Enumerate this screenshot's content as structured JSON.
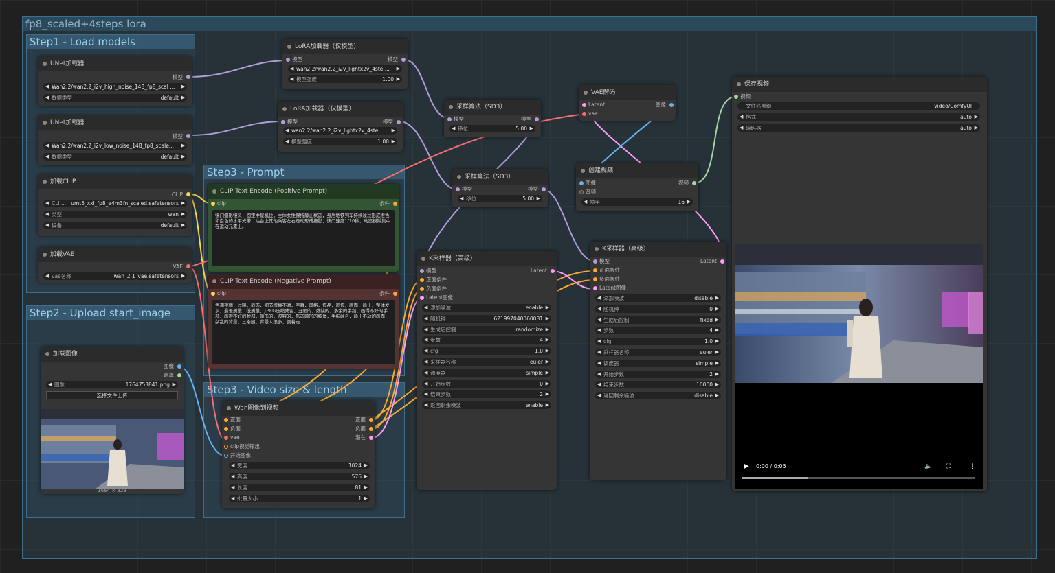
{
  "groups": {
    "outer": "fp8_scaled+4steps lora",
    "step1": "Step1 - Load models",
    "step2": "Step2 - Upload start_image",
    "step3": "Step3 - Prompt",
    "step4": "Step3 - Video size & length"
  },
  "unet1": {
    "title": "UNet加载器",
    "out": "模型",
    "w1_label": "",
    "w1_value": "Wan2.2/wan2.2_i2v_high_noise_14B_fp8_scal ...",
    "w2_label": "数据类型",
    "w2_value": "default"
  },
  "unet2": {
    "title": "UNet加载器",
    "out": "模型",
    "w1_value": "Wan2.2/wan2.2_i2v_low_noise_14B_fp8_scale...",
    "w2_label": "数据类型",
    "w2_value": "default"
  },
  "clip": {
    "title": "加载CLIP",
    "out": "CLIP",
    "w1_label": "CLI ...",
    "w1_value": "umt5_xxl_fp8_e4m3fn_scaled.safetensors",
    "w2_label": "类型",
    "w2_value": "wan",
    "w3_label": "设备",
    "w3_value": "default"
  },
  "vae": {
    "title": "加载VAE",
    "out": "VAE",
    "w1_label": "vae名称",
    "w1_value": "wan_2.1_vae.safetensors"
  },
  "lora1": {
    "title": "LoRA加载器（仅模型）",
    "in": "模型",
    "out": "模型",
    "w1_value": "wan2.2/wan2.2_i2v_lightx2v_4ste ...",
    "w2_label": "模型强度",
    "w2_value": "1.00"
  },
  "lora2": {
    "title": "LoRA加载器（仅模型）",
    "in": "模型",
    "out": "模型",
    "w1_value": "wan2.2/wan2.2_i2v_lightx2v_4ste ...",
    "w2_label": "模型强度",
    "w2_value": "1.00"
  },
  "sd3a": {
    "title": "采样算法（SD3）",
    "in": "模型",
    "out": "模型",
    "w1_label": "移位",
    "w1_value": "5.00"
  },
  "sd3b": {
    "title": "采样算法（SD3）",
    "in": "模型",
    "out": "模型",
    "w1_label": "移位",
    "w1_value": "5.00"
  },
  "vaedecode": {
    "title": "VAE解码",
    "in1": "Latent",
    "in2": "vae",
    "out": "图像"
  },
  "createvideo": {
    "title": "创建视频",
    "in1": "图像",
    "in2": "音频",
    "out": "视频",
    "w1_label": "帧率",
    "w1_value": "16"
  },
  "savevideo": {
    "title": "保存视频",
    "in": "视频",
    "w1_label": "文件名前缀",
    "w1_value": "video/ComfyUI",
    "w2_label": "格式",
    "w2_value": "auto",
    "w3_label": "编码器",
    "w3_value": "auto",
    "time": "0:00 / 0:05"
  },
  "pos": {
    "title": "CLIP Text Encode (Positive Prompt)",
    "in": "clip",
    "out": "条件",
    "text": "镜门摄影镜头，固定中景机位，主体女性保持静止状态，身后地铁列车持续驶过形成橙色和白色的水平光带，站台上其他乘客左右走动形成拖影，快门速度1/10秒，动态模糊集中在运动元素上。"
  },
  "neg": {
    "title": "CLIP Text Encode (Negative Prompt)",
    "in": "clip",
    "out": "条件",
    "text": "色调艳丽，过曝，静态，细节模糊不清，字幕，风格，作品，画作，画面，静止，整体发灰，最差质量，低质量，JPEG压缩残留，丑陋的，残缺的，多余的手指，画得不好的手部，画得不好的脸部，畸形的，毁容的，形态畸形的肢体，手指融合，静止不动的画面，杂乱的背景，三条腿，背景人很多，倒着走"
  },
  "loadimg": {
    "title": "加载图像",
    "out1": "图像",
    "out2": "遮罩",
    "w1_label": "图像",
    "w1_value": "1764753841.png",
    "button": "选择文件上传",
    "caption": "1664 × 928"
  },
  "wan": {
    "title": "Wan图像到视频",
    "in1": "正面",
    "in2": "负面",
    "in3": "vae",
    "in4": "clip视觉输出",
    "in5": "开始图像",
    "out1": "正面",
    "out2": "负面",
    "out3": "潜在",
    "w1_label": "宽度",
    "w1_value": "1024",
    "w2_label": "高度",
    "w2_value": "576",
    "w3_label": "长度",
    "w3_value": "81",
    "w4_label": "批量大小",
    "w4_value": "1"
  },
  "ks1": {
    "title": "K采样器（高级）",
    "in1": "模型",
    "in2": "正面条件",
    "in3": "负面条件",
    "in4": "Latent图像",
    "out": "Latent",
    "widgets": [
      [
        "添加噪波",
        "enable"
      ],
      [
        "随机种",
        "621997040060081"
      ],
      [
        "生成后控制",
        "randomize"
      ],
      [
        "步数",
        "4"
      ],
      [
        "cfg",
        "1.0"
      ],
      [
        "采样器名称",
        "euler"
      ],
      [
        "调度器",
        "simple"
      ],
      [
        "开始步数",
        "0"
      ],
      [
        "结束步数",
        "2"
      ],
      [
        "返回剩余噪波",
        "enable"
      ]
    ]
  },
  "ks2": {
    "title": "K采样器（高级）",
    "in1": "模型",
    "in2": "正面条件",
    "in3": "负面条件",
    "in4": "Latent图像",
    "out": "Latent",
    "widgets": [
      [
        "添加噪波",
        "disable"
      ],
      [
        "随机种",
        "0"
      ],
      [
        "生成后控制",
        "fixed"
      ],
      [
        "步数",
        "4"
      ],
      [
        "cfg",
        "1.0"
      ],
      [
        "采样器名称",
        "euler"
      ],
      [
        "调度器",
        "simple"
      ],
      [
        "开始步数",
        "2"
      ],
      [
        "结束步数",
        "10000"
      ],
      [
        "返回剩余噪波",
        "disable"
      ]
    ]
  },
  "colors": {
    "model": "#b39ddb",
    "clip": "#ffd54f",
    "vae": "#ff6e6e",
    "cond_pos": "#ffa931",
    "latent": "#ff9cf9",
    "image": "#64b5f6",
    "video": "#a5d6a7"
  }
}
